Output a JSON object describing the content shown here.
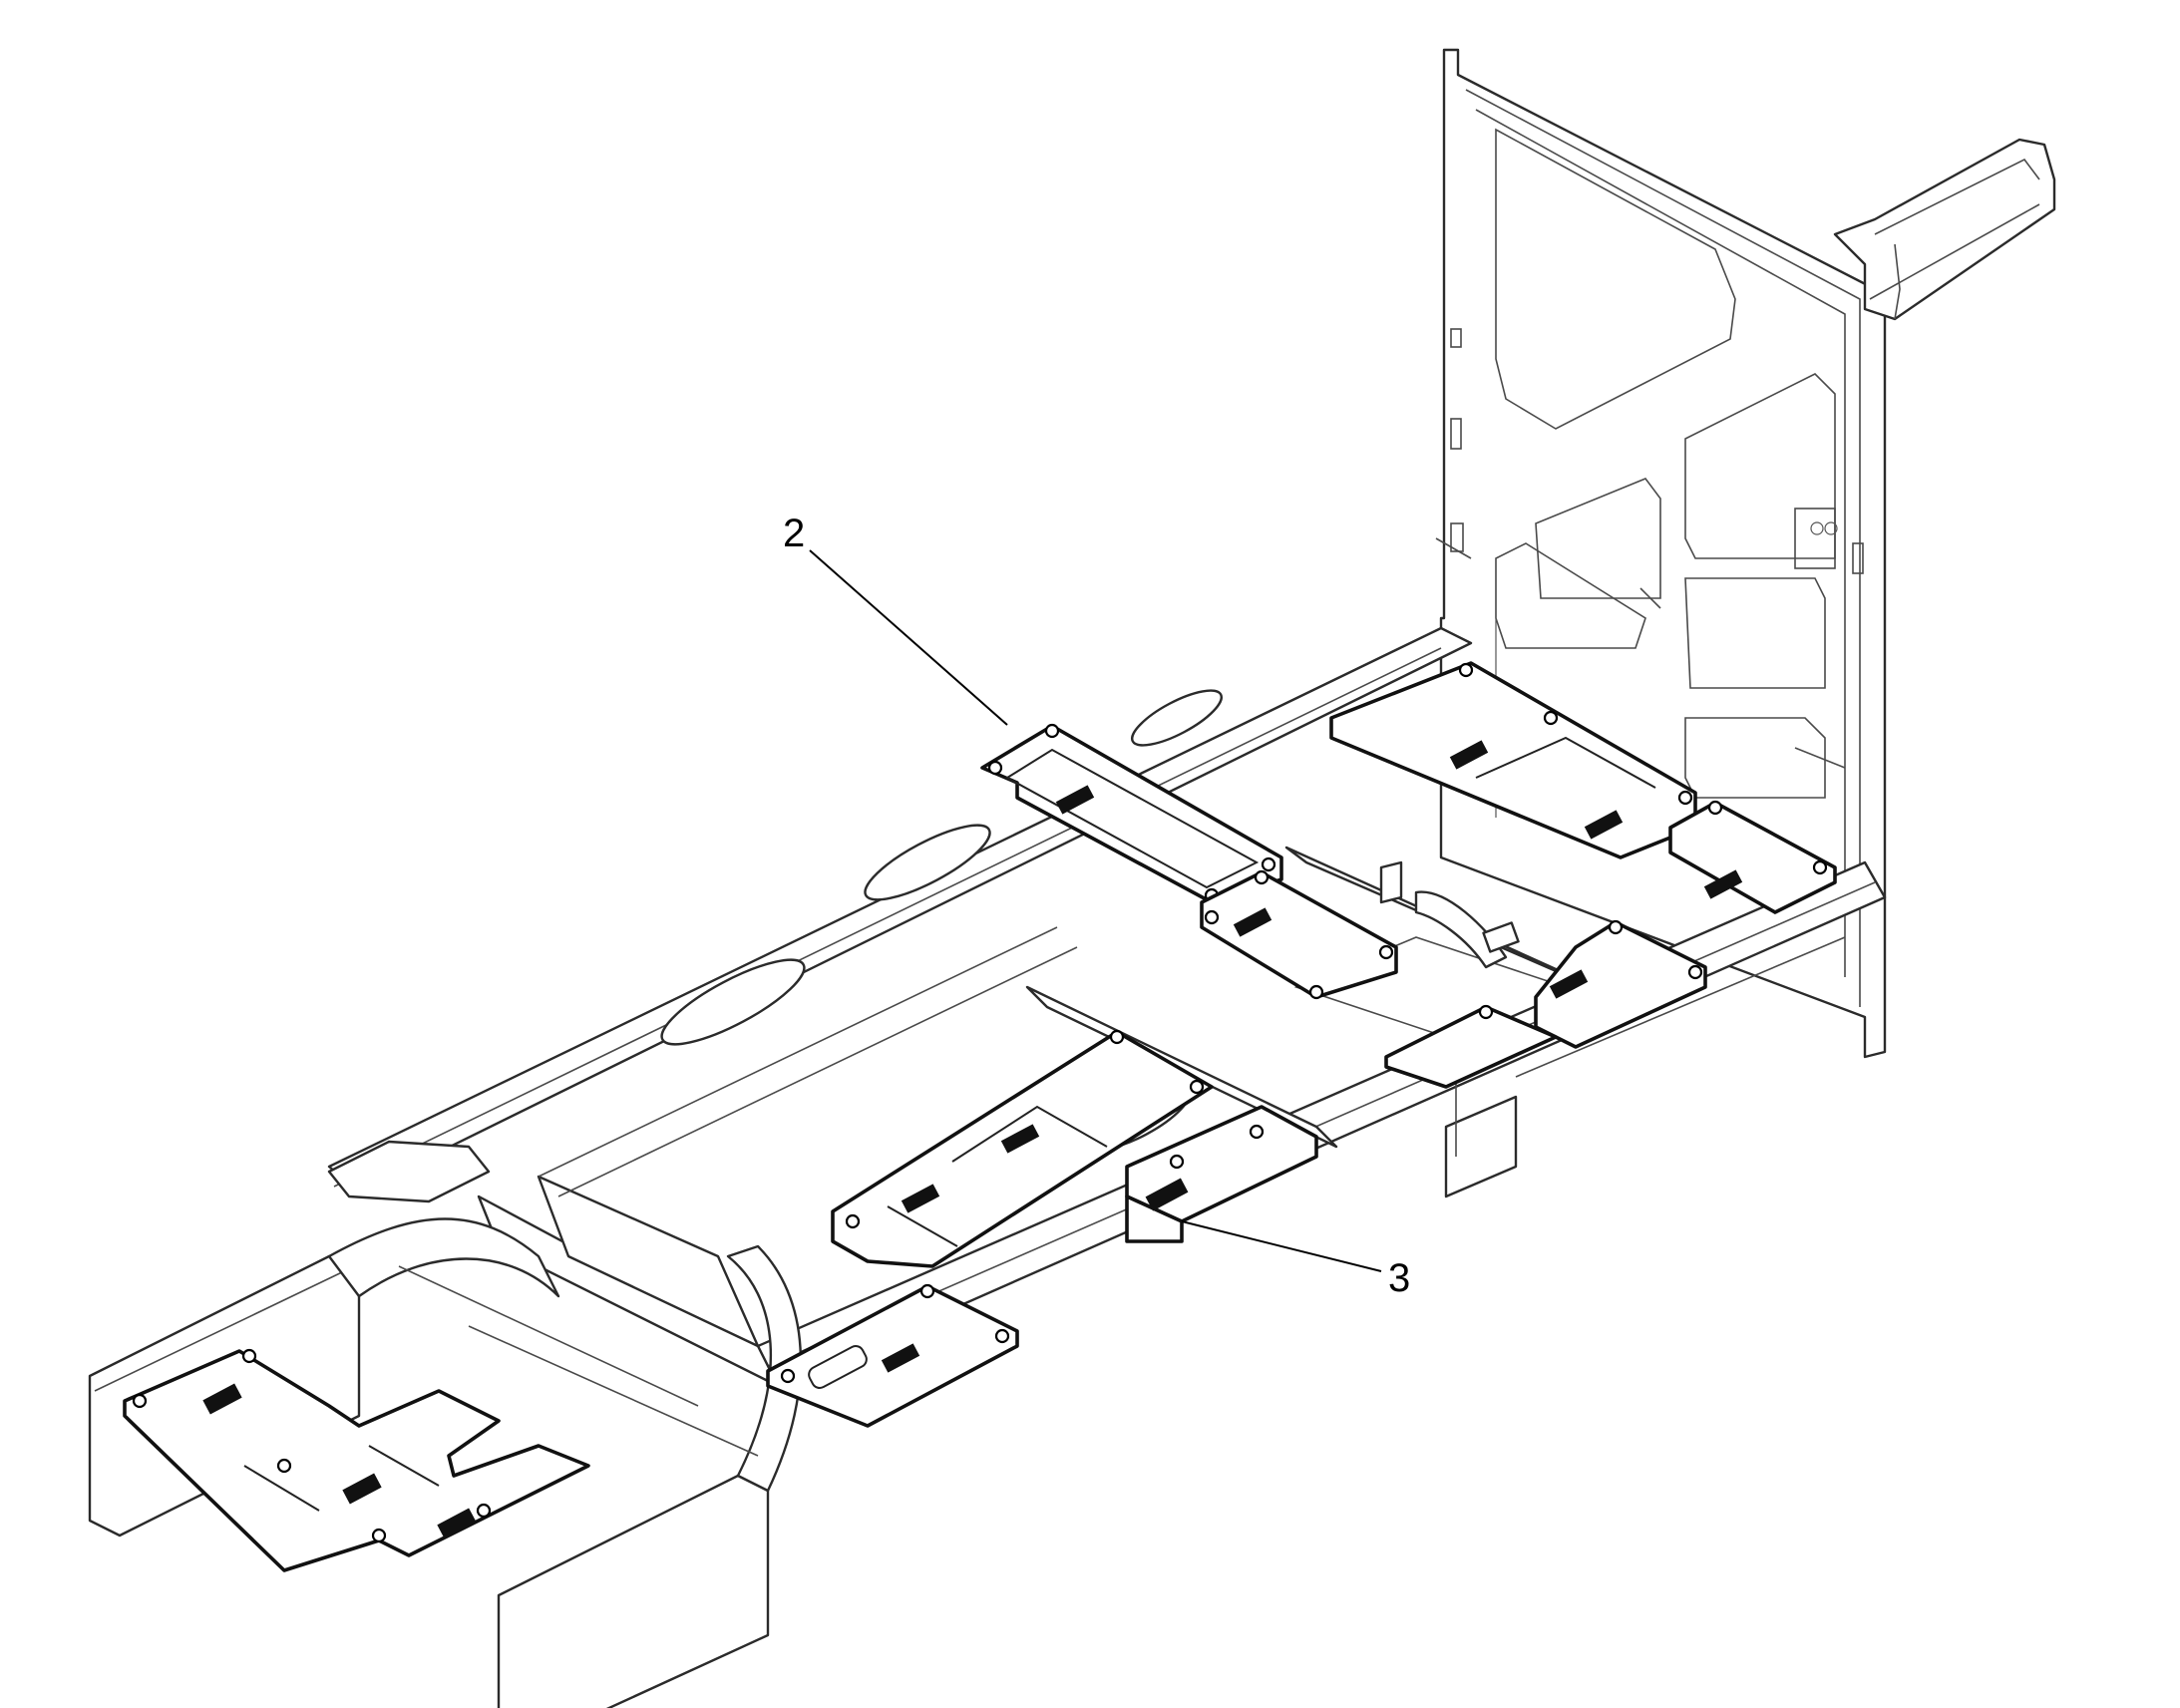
{
  "callouts": [
    {
      "id": "2",
      "text": "2"
    },
    {
      "id": "3",
      "text": "3"
    }
  ],
  "colors": {
    "line": "#2b2b2b",
    "background": "#ffffff",
    "heavy": "#111111"
  },
  "icons": {}
}
